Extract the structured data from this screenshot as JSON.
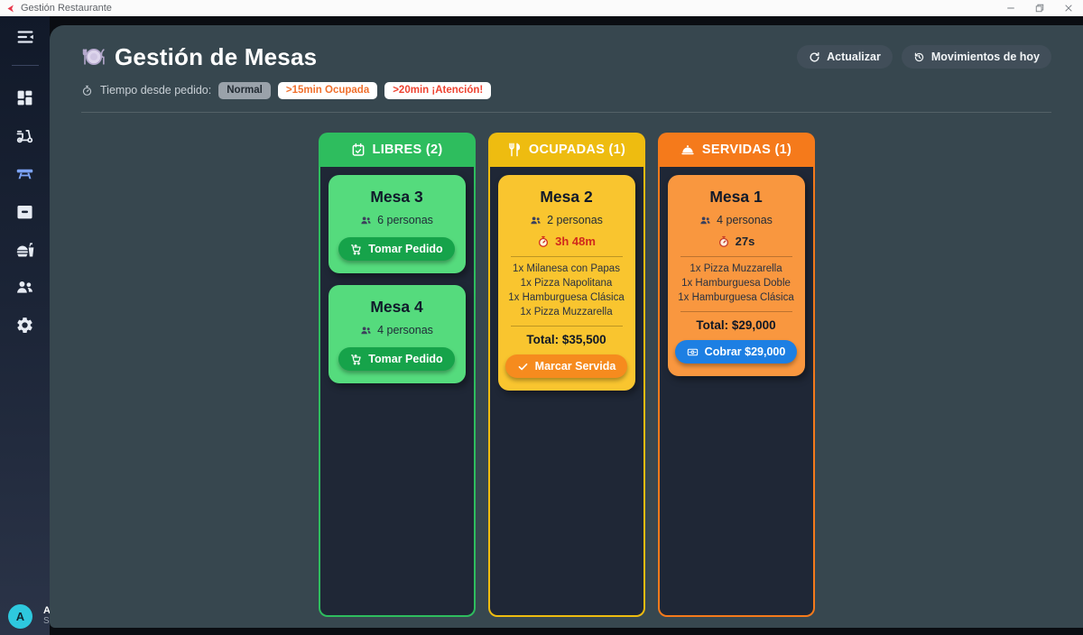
{
  "window": {
    "title": "Gestión Restaurante",
    "controls": [
      "minimize",
      "maximize",
      "close"
    ]
  },
  "sidebar": {
    "menu_icon": "menu-fold-icon",
    "items": [
      {
        "id": "dashboard",
        "icon": "dashboard-icon",
        "active": false
      },
      {
        "id": "delivery",
        "icon": "scooter-icon",
        "active": false
      },
      {
        "id": "tables",
        "icon": "table-icon",
        "active": true
      },
      {
        "id": "inventory",
        "icon": "inventory-icon",
        "active": false
      },
      {
        "id": "food-orders",
        "icon": "food-icon",
        "active": false
      },
      {
        "id": "staff",
        "icon": "users-icon",
        "active": false
      },
      {
        "id": "settings",
        "icon": "gear-icon",
        "active": false
      }
    ],
    "user": {
      "initial": "A",
      "name_clipped": "A",
      "subtitle_clipped": "S"
    }
  },
  "header": {
    "title": "Gestión de Mesas",
    "title_icon": "plate-icon",
    "actions": [
      {
        "id": "refresh",
        "label": "Actualizar",
        "icon": "refresh-icon"
      },
      {
        "id": "movements",
        "label": "Movimientos de hoy",
        "icon": "history-icon"
      }
    ]
  },
  "legend": {
    "icon": "stopwatch-icon",
    "label": "Tiempo desde pedido:",
    "badges": [
      {
        "label": "Normal",
        "style": "normal"
      },
      {
        "label": ">15min Ocupada",
        "style": "warning"
      },
      {
        "label": ">20min ¡Atención!",
        "style": "alert"
      }
    ]
  },
  "board": {
    "columns": [
      {
        "id": "libres",
        "title": "LIBRES (2)",
        "icon": "calendar-check-icon",
        "tables": [
          {
            "name": "Mesa 3",
            "persons": "6 personas",
            "action": {
              "id": "take-order",
              "label": "Tomar Pedido",
              "icon": "cart-icon"
            }
          },
          {
            "name": "Mesa 4",
            "persons": "4 personas",
            "action": {
              "id": "take-order",
              "label": "Tomar Pedido",
              "icon": "cart-icon"
            }
          }
        ]
      },
      {
        "id": "ocupadas",
        "title": "OCUPADAS (1)",
        "icon": "utensils-icon",
        "tables": [
          {
            "name": "Mesa 2",
            "persons": "2 personas",
            "timer": "3h 48m",
            "timer_alert": true,
            "items": [
              "1x Milanesa con Papas",
              "1x Pizza Napolitana",
              "1x Hamburguesa Clásica",
              "1x Pizza Muzzarella"
            ],
            "total": "Total: $35,500",
            "action": {
              "id": "mark-served",
              "label": "Marcar Servida",
              "icon": "check-icon"
            }
          }
        ]
      },
      {
        "id": "servidas",
        "title": "SERVIDAS (1)",
        "icon": "cloche-icon",
        "tables": [
          {
            "name": "Mesa 1",
            "persons": "4 personas",
            "timer": "27s",
            "timer_alert": false,
            "items": [
              "1x Pizza Muzzarella",
              "1x Hamburguesa Doble",
              "1x Hamburguesa Clásica"
            ],
            "total": "Total: $29,000",
            "action": {
              "id": "charge",
              "label": "Cobrar $29,000",
              "icon": "banknote-icon"
            }
          }
        ]
      }
    ]
  },
  "colors": {
    "libres_accent": "#2ebd5e",
    "libres_card": "#55db7d",
    "take_order_button": "#16a34a",
    "ocupadas_accent": "#eebc10",
    "ocupadas_card": "#f9c52f",
    "mark_served_button": "#f68b1e",
    "servidas_accent": "#f57a1b",
    "servidas_card": "#f9973f",
    "charge_button": "#1d7fe3",
    "timer_alert": "#d0291c",
    "avatar": "#2ec8de",
    "active_nav": "#7ca3f6"
  }
}
